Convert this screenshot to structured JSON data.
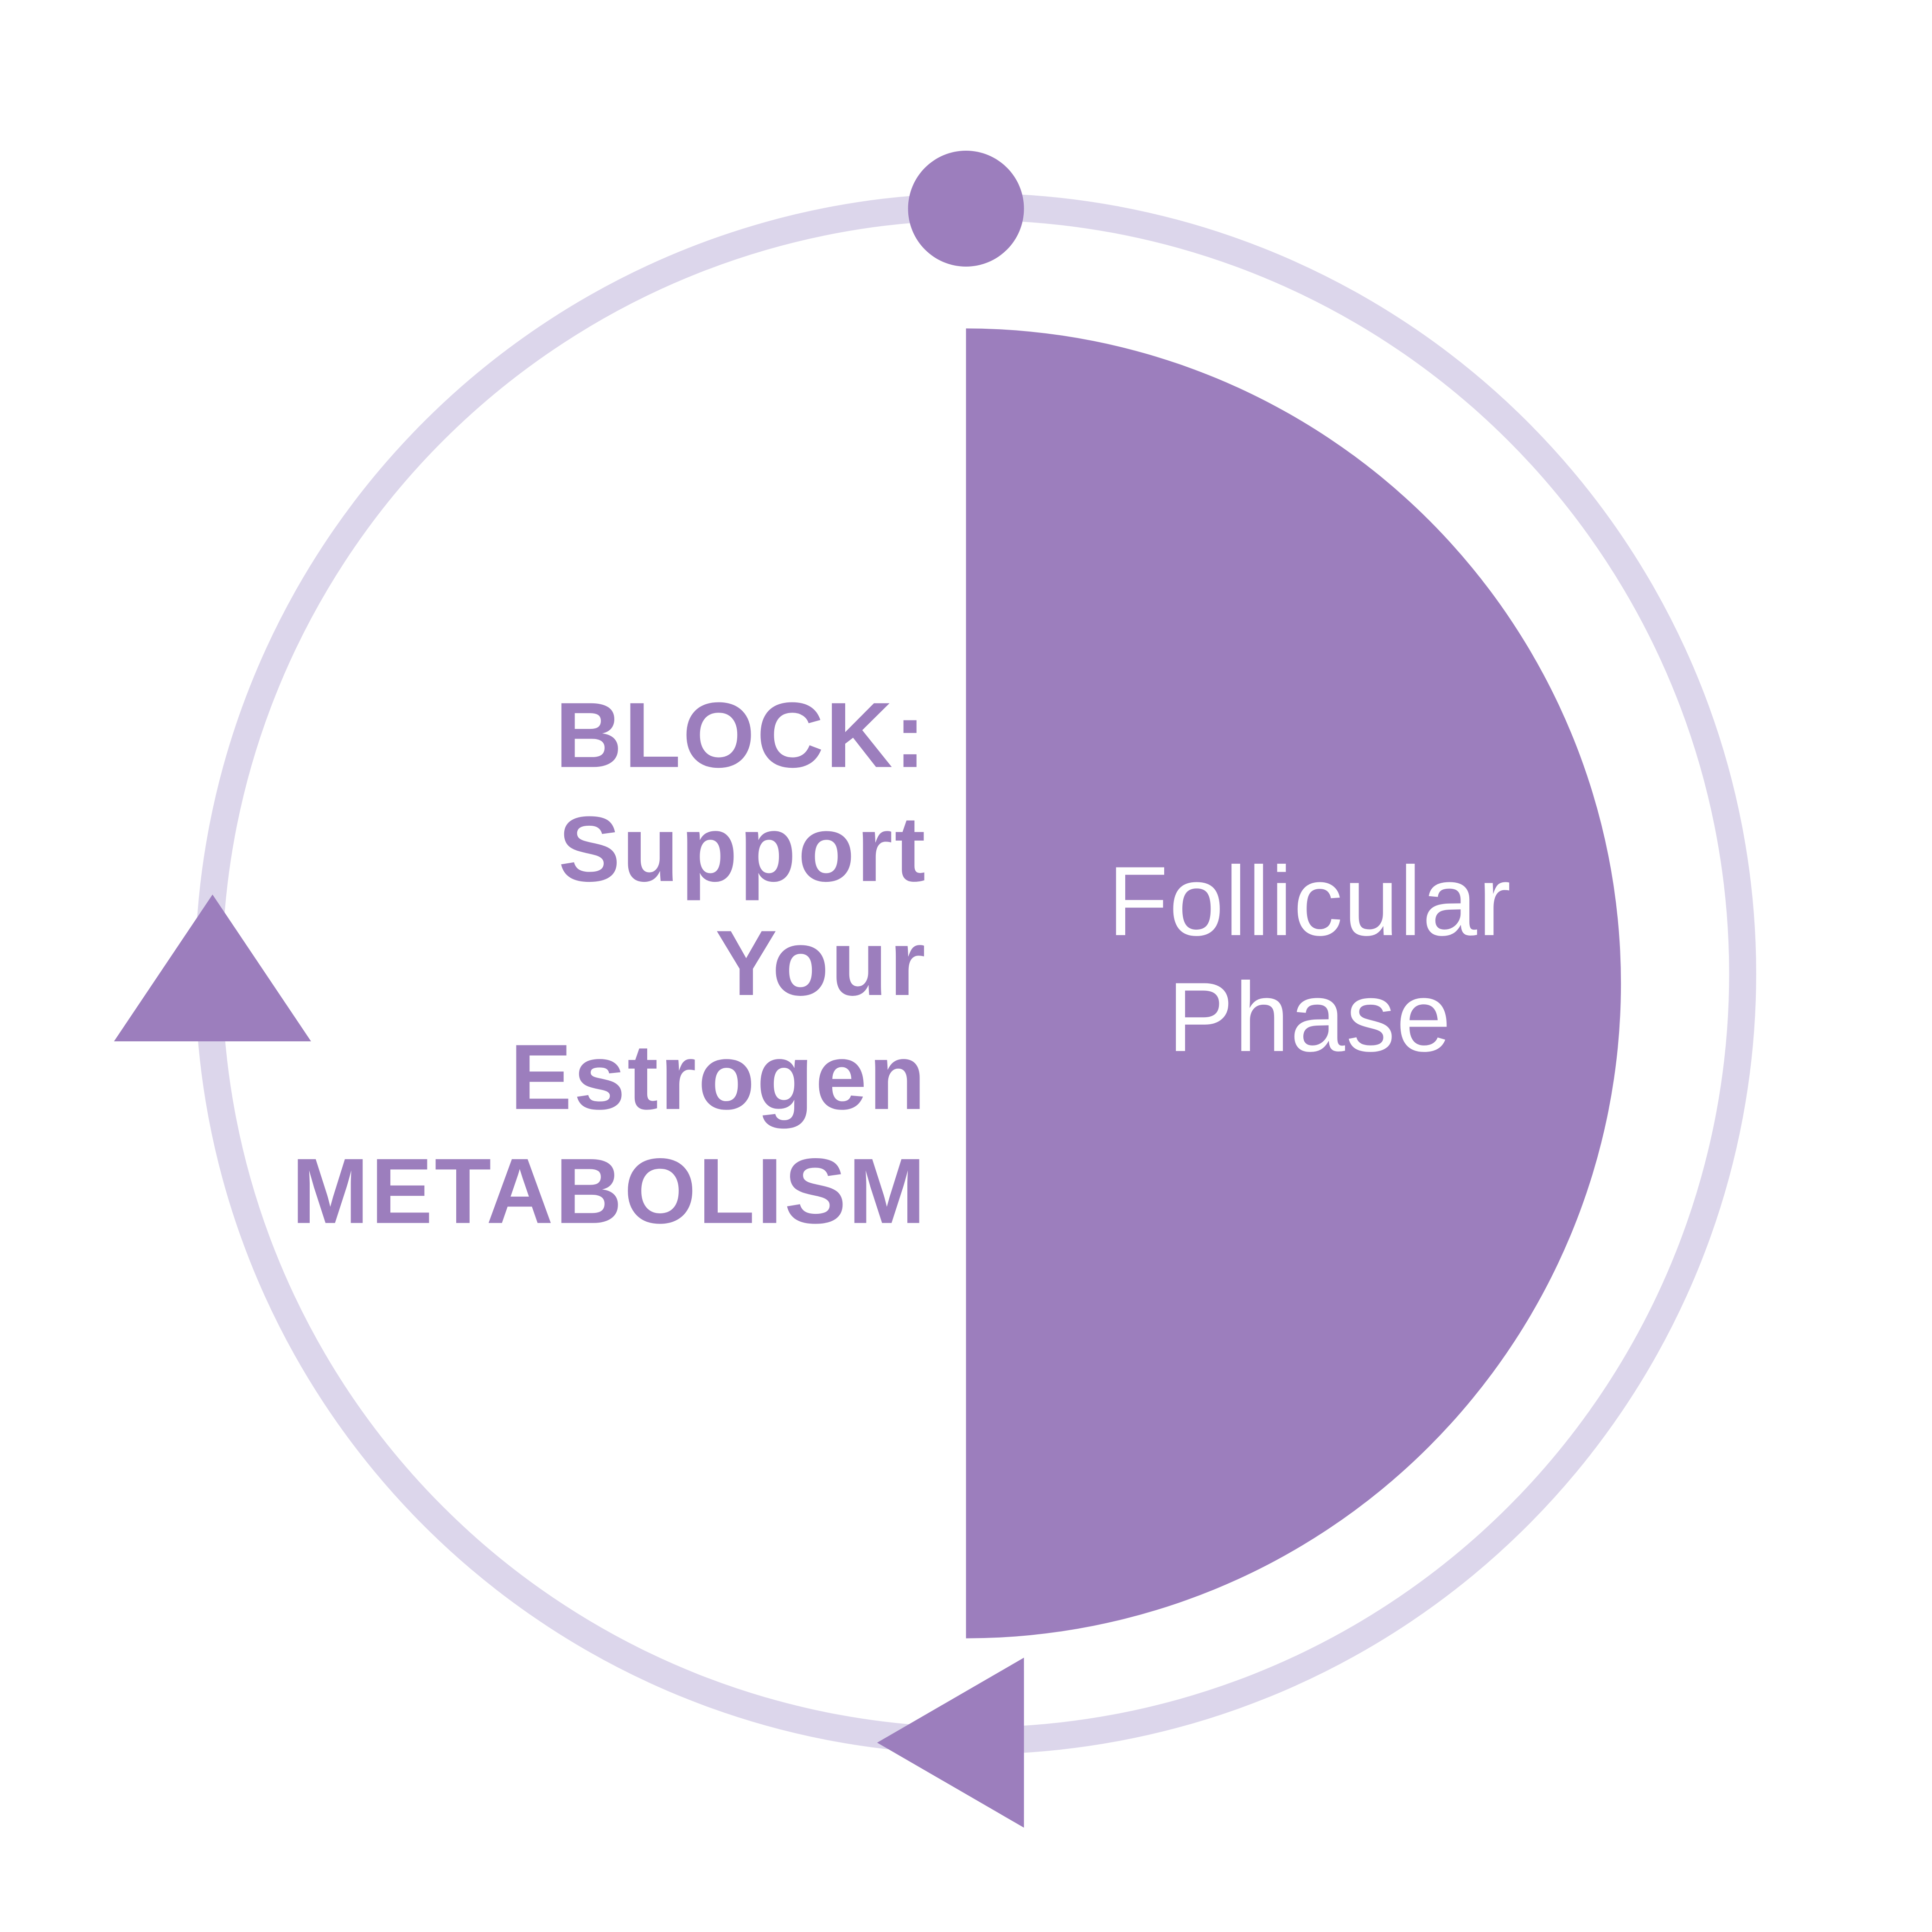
{
  "diagram": {
    "description": "Menstrual cycle phase wheel highlighting the follicular phase",
    "phase_label": {
      "line1": "Follicular",
      "line2": "Phase"
    },
    "note": {
      "lines": [
        "BLOCK:",
        "Support",
        "Your",
        "Estrogen",
        "METABOLISM"
      ]
    },
    "icons": {
      "start_dot": "cycle-start-dot",
      "left_arrow": "arrow-up-triangle",
      "bottom_arrow": "arrow-left-triangle"
    },
    "colors": {
      "purple": "#9C7EBD",
      "ring": "#DCD6EB",
      "phase_text": "#FFFFFF",
      "background": "#FFFFFF"
    }
  }
}
